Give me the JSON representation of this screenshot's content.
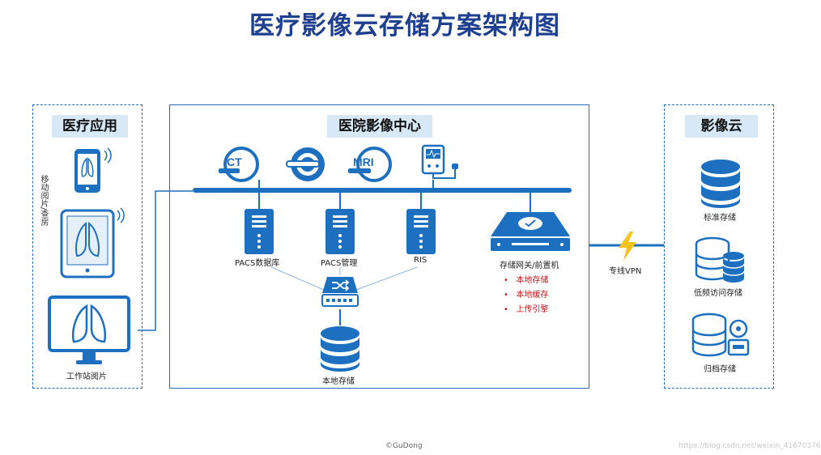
{
  "title": "医疗影像云存储方案架构图",
  "left_panel": {
    "label": "医疗应用",
    "mobile_caption": "移动阅片/查房",
    "workstation_caption": "工作站阅片"
  },
  "center_panel": {
    "label": "医院影像中心",
    "devices": [
      "CT",
      "MRI"
    ],
    "servers": [
      "PACS数据库",
      "PACS管理",
      "RIS"
    ],
    "gateway_caption": "存储网关/前置机",
    "gateway_features": [
      "本地存储",
      "本地缓存",
      "上传引擎"
    ],
    "local_storage_caption": "本地存储"
  },
  "link_label": "专线VPN",
  "right_panel": {
    "label": "影像云",
    "items": [
      "标准存储",
      "低频访问存储",
      "归档存储"
    ]
  },
  "footer": "©GuDong",
  "watermark": "https://blog.csdn.net/weixin_41670376",
  "colors": {
    "primary": "#1d6fc0",
    "dark": "#1f3f8f",
    "accent_red": "#c2161b",
    "bolt": "#f5c21a"
  }
}
